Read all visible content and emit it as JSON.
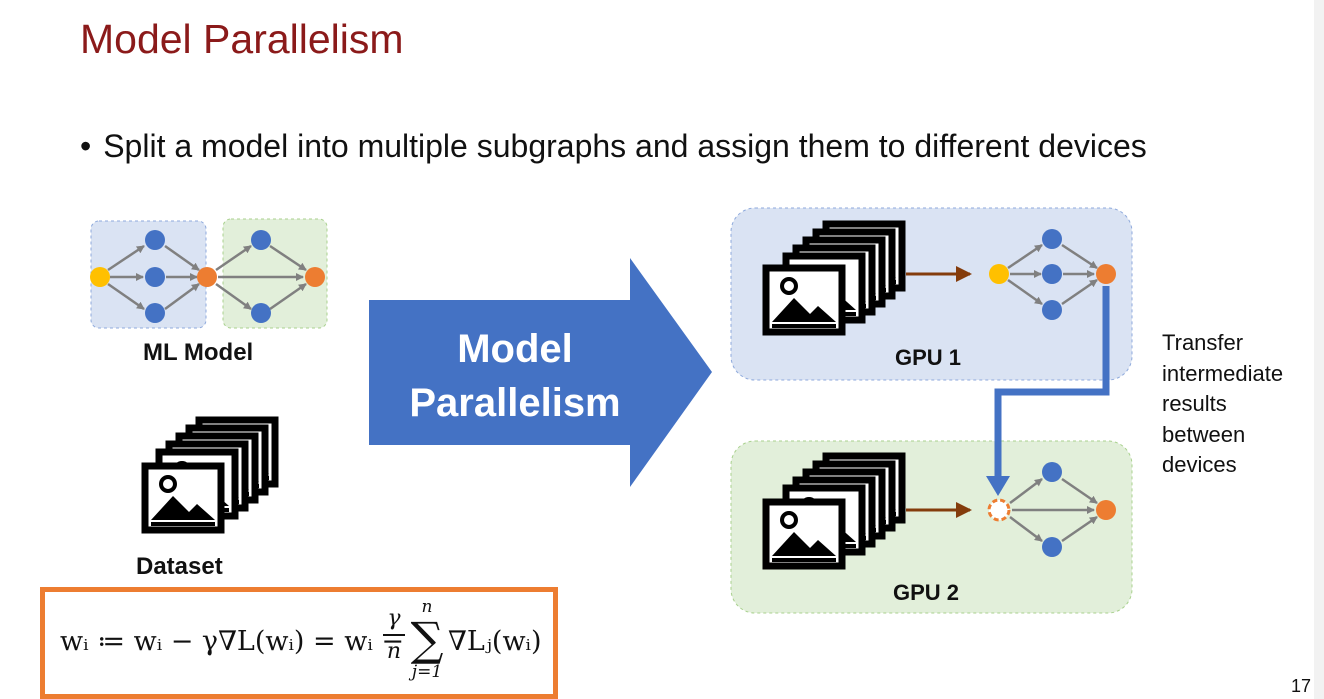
{
  "slide": {
    "title": "Model Parallelism",
    "bullet": "Split a model into multiple subgraphs and assign them to different devices",
    "page_number": "17"
  },
  "diagram": {
    "ml_model_label": "ML Model",
    "dataset_label": "Dataset",
    "arrow_label_line1": "Model",
    "arrow_label_line2": "Parallelism",
    "gpu1_label": "GPU 1",
    "gpu2_label": "GPU 2",
    "transfer_note": "Transfer intermediate results between devices"
  },
  "formula": {
    "lhs": "wᵢ ≔ wᵢ − γ∇L(wᵢ) = wᵢ −",
    "frac_num": "γ",
    "frac_den": "n",
    "sum_top": "n",
    "sum_symbol": "∑",
    "sum_bottom": "j=1",
    "tail": "∇Lⱼ(wᵢ)"
  },
  "colors": {
    "title": "#8b1a1a",
    "big_arrow": "#4472c4",
    "blue_panel": "#dae3f3",
    "green_panel": "#e2efda",
    "node_blue": "#4472c4",
    "node_orange": "#ed7d31",
    "node_yellow": "#ffc000",
    "edge_gray": "#808080",
    "data_arrow": "#843c0c",
    "formula_border": "#ed7d31"
  }
}
